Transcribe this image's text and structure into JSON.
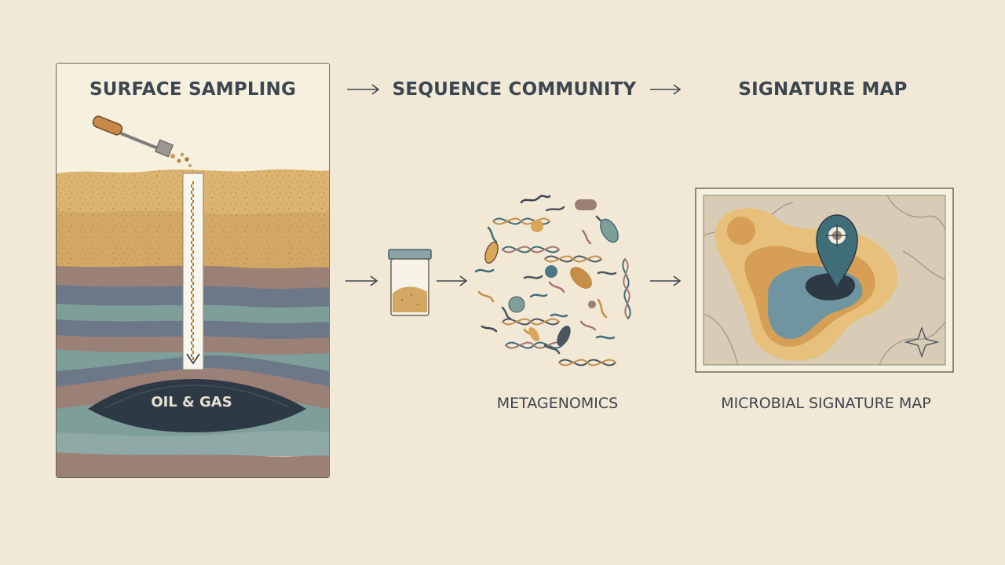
{
  "steps": [
    {
      "title": "SURFACE SAMPLING"
    },
    {
      "title": "SEQUENCE COMMUNITY"
    },
    {
      "title": "SIGNATURE MAP"
    }
  ],
  "labels": {
    "reservoir": "OIL & GAS",
    "metagenomics": "METAGENOMICS",
    "signature_map": "MICROBIAL SIGNATURE MAP"
  },
  "colors": {
    "background": "#f1e8d6",
    "sand": "#dcb46f",
    "slate": "#6c7788",
    "teal": "#7e9e99",
    "mauve": "#9b8078",
    "reservoir": "#2e3946",
    "anomaly_orange": "#dba55a",
    "anomaly_teal": "#4b7682",
    "pin": "#3f6d78"
  },
  "icons": [
    "soil-probe-icon",
    "sample-vial-icon",
    "dna-helix-icon",
    "microbe-icon",
    "map-pin-icon",
    "compass-star-icon",
    "arrow-right-icon"
  ]
}
